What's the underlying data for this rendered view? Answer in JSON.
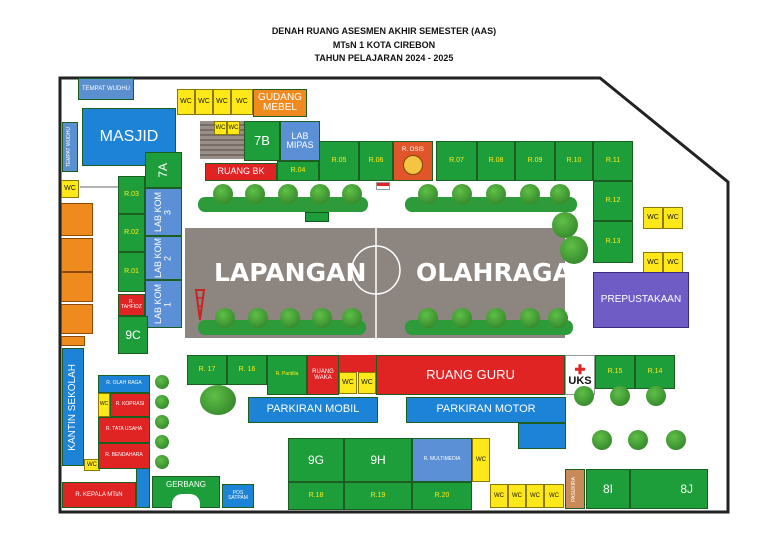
{
  "header": {
    "line1": "DENAH RUANG ASESMEN AKHIR SEMESTER (AAS)",
    "line2": "MTsN 1 KOTA CIREBON",
    "line3": "TAHUN PELAJARAN 2024 - 2025"
  },
  "colors": {
    "classroom": "#1e9e3a",
    "lab": "#5b8fd6",
    "office": "#e02424",
    "toilet": "#ffe81a",
    "parking": "#1c83d6",
    "field": "#8c8580",
    "library": "#6f5cc4",
    "storage": "#ef8a1f"
  },
  "rooms": {
    "tempat_wudhu_top": "TEMPAT WUDHU",
    "tempat_wudhu_left": "TEMPAT WUDHU",
    "masjid": "MASJID",
    "gudang": "GUDANG MEBEL",
    "wc": "WC",
    "r7b": "7B",
    "lab_mipas": "LAB MIPAS",
    "ruang_bk": "RUANG BK",
    "r7a": "7A",
    "r03": "R.03",
    "r02": "R.02",
    "r01": "R.01",
    "lab_kom3": "LAB KOM 3",
    "lab_kom2": "LAB KOM 2",
    "lab_kom1": "LAB KOM 1",
    "tahfidz": "R. TAHFIDZ",
    "r9c": "9C",
    "r04": "R.04",
    "r05": "R.05",
    "r06": "R.06",
    "osis": "R. OSIS",
    "r07": "R.07",
    "r08": "R.08",
    "r09": "R.09",
    "r10": "R.10",
    "r11": "R.11",
    "r12": "R.12",
    "r13": "R.13",
    "lapangan": "LAPANGAN",
    "olahraga": "OLAHRAGA",
    "prepustakaan": "PREPUSTAKAAN",
    "r17": "R. 17",
    "r16": "R. 16",
    "pantilia": "R. Pantilia",
    "ruang_waka": "RUANG WAKA",
    "ruang_guru": "RUANG GURU",
    "uks": "UKS",
    "r15": "R.15",
    "r14": "R.14",
    "parkiran_mobil": "PARKIRAN MOBIL",
    "parkiran_motor": "PARKIRAN MOTOR",
    "kantin": "KANTIN SEKOLAH",
    "olahraga_room": "R. OLAH RAGA",
    "koperasi": "R. KOPRASI",
    "tata_usaha": "R. TATA USAHA",
    "bendahara": "R. BENDAHARA",
    "kepala": "R. KEPALA MTsN",
    "gerbang": "GERBANG",
    "pos_satpam": "POS SATPAM",
    "r9g": "9G",
    "r9h": "9H",
    "multimedia": "R. MULTIMEDIA",
    "r18": "R.18",
    "r19": "R.19",
    "r20": "R.20",
    "r8i": "8I",
    "r8j": "8J",
    "pasukira": "PASUKIRA"
  }
}
